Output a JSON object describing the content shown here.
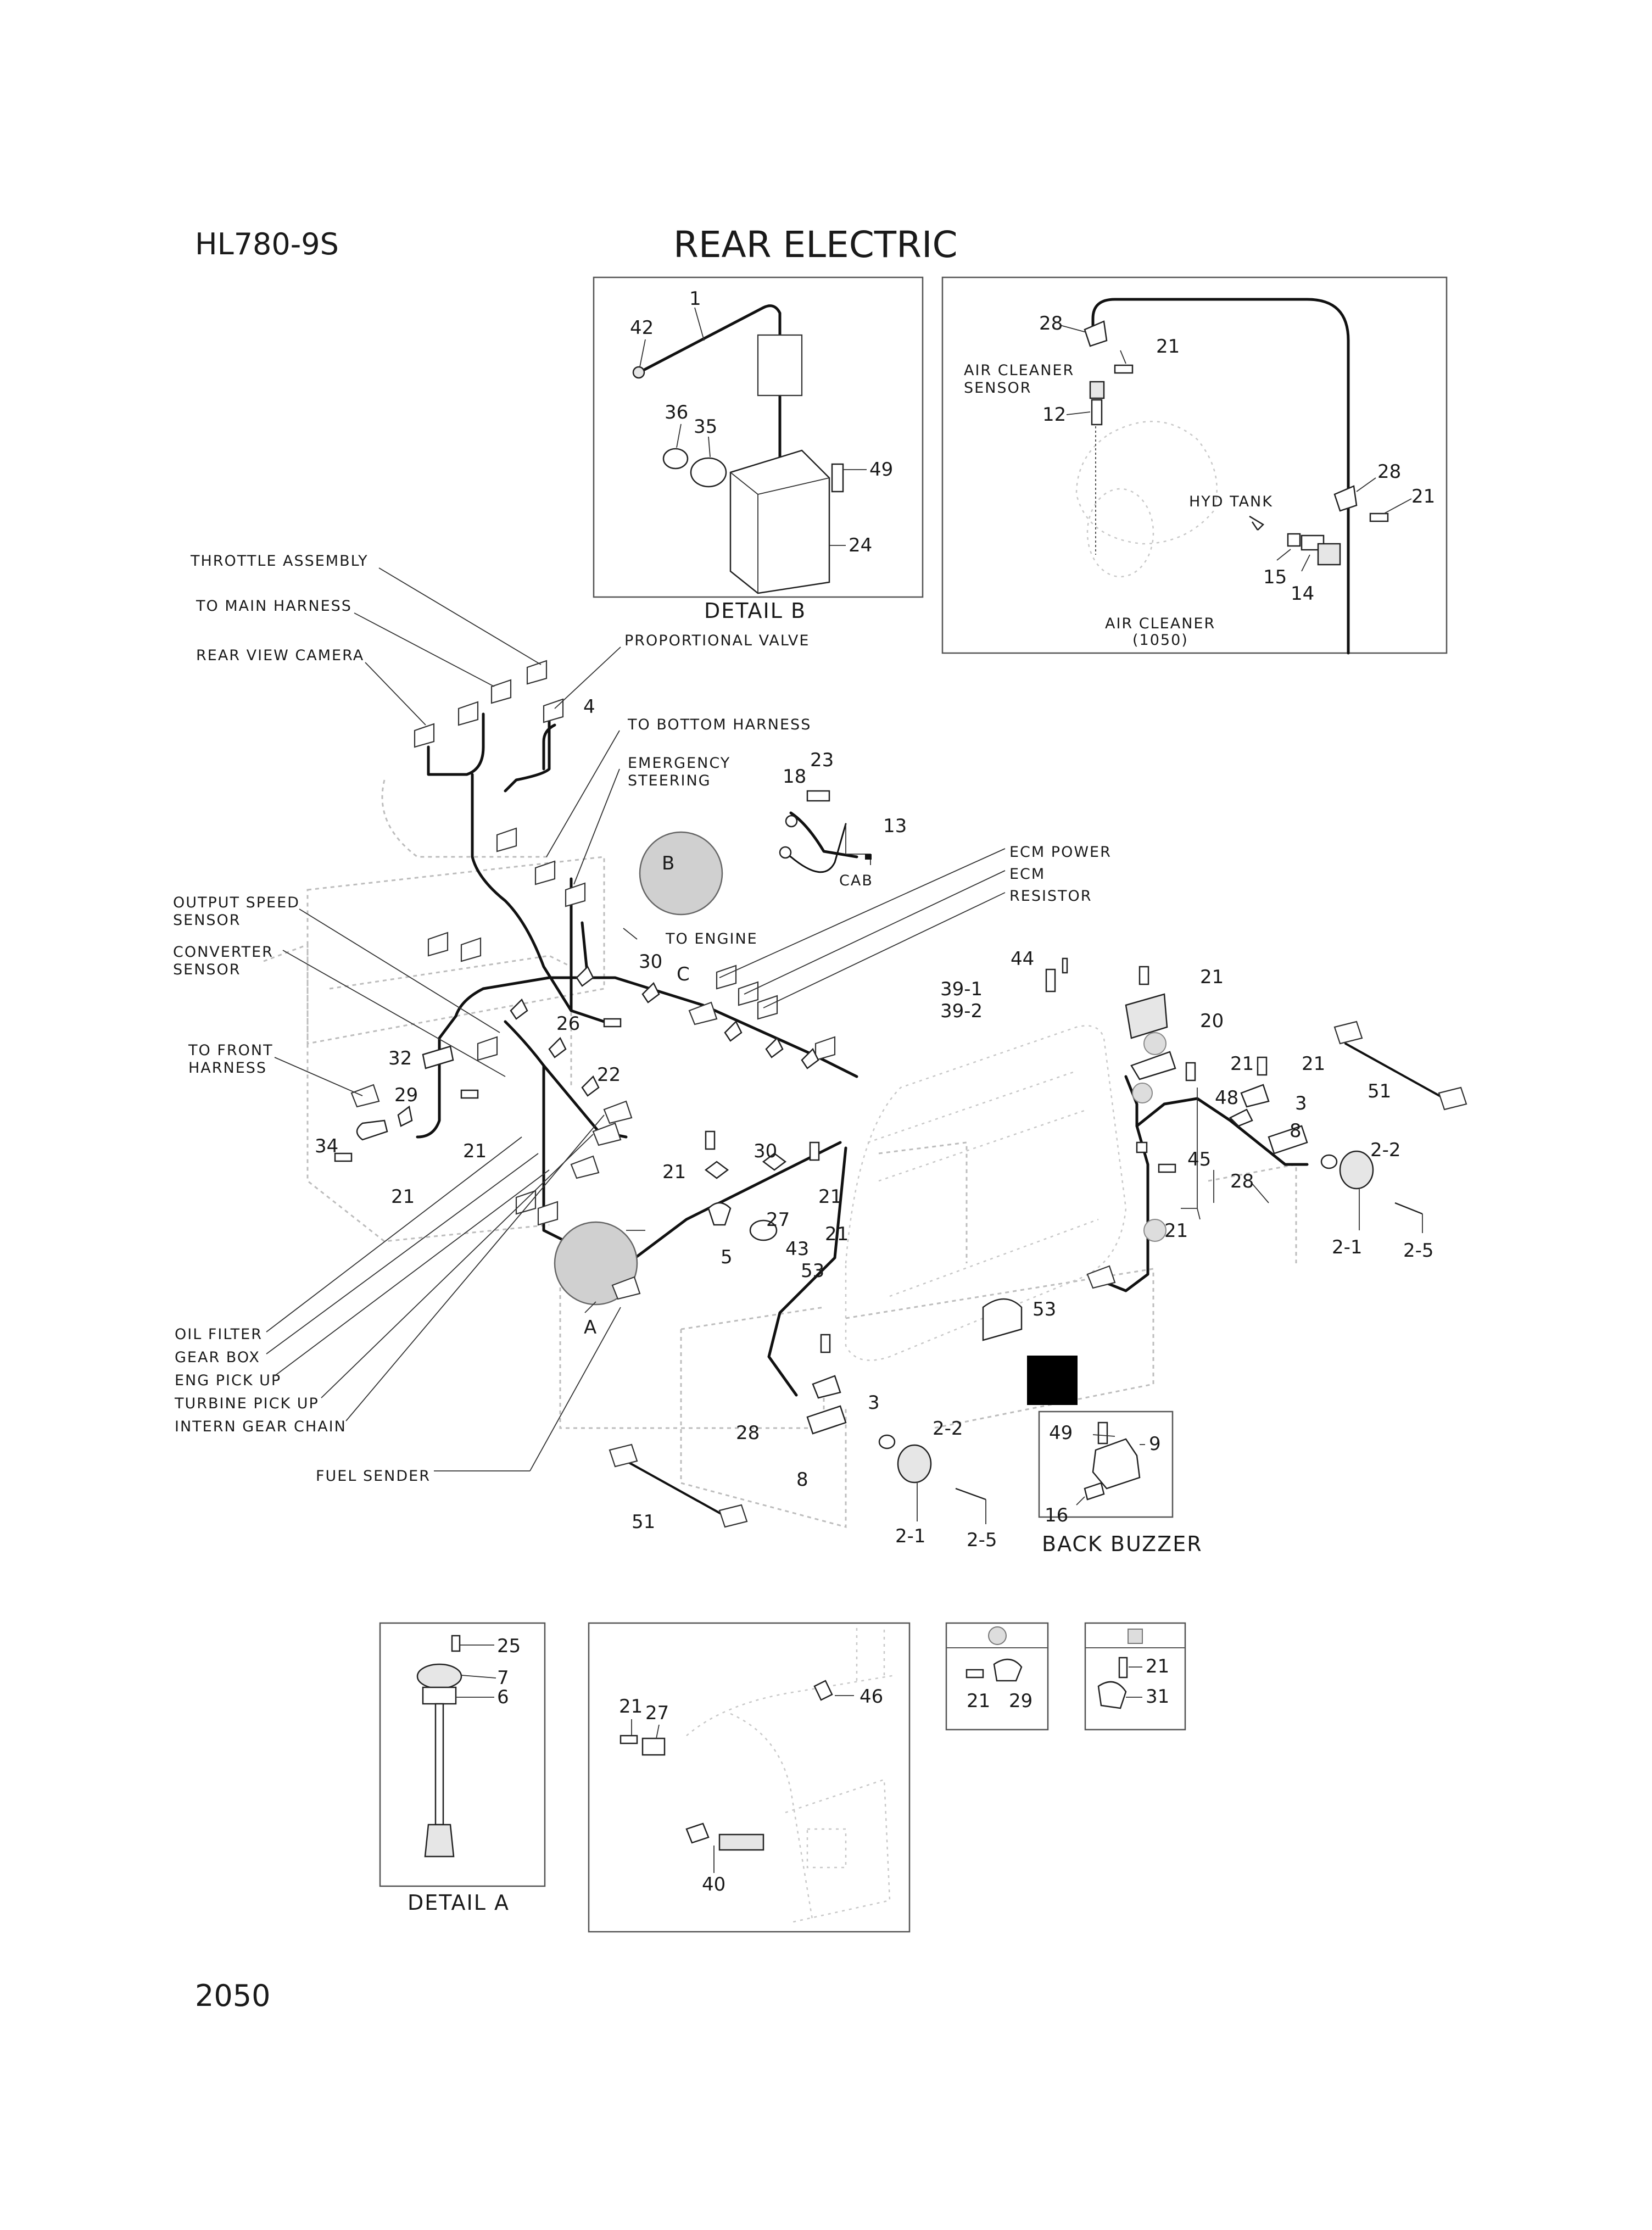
{
  "header": {
    "model": "HL780-9S",
    "title": "REAR ELECTRIC",
    "page": "2050"
  },
  "detail_b": {
    "caption": "DETAIL B",
    "refs": {
      "r1": "1",
      "r42": "42",
      "r36": "36",
      "r35": "35",
      "r49": "49",
      "r24": "24"
    }
  },
  "air_cleaner": {
    "sensor_label_1": "AIR CLEANER",
    "sensor_label_2": "SENSOR",
    "hyd_tank": "HYD TANK",
    "caption": "AIR CLEANER",
    "caption_sub": "(1050)",
    "refs": {
      "r28a": "28",
      "r21a": "21",
      "r12": "12",
      "r28b": "28",
      "r21b": "21",
      "r15": "15",
      "r14": "14"
    }
  },
  "callouts": {
    "throttle_assembly": "THROTTLE ASSEMBLY",
    "to_main_harness": "TO MAIN HARNESS",
    "rear_view_camera": "REAR VIEW CAMERA",
    "proportional_valve": "PROPORTIONAL VALVE",
    "to_bottom_harness": "TO BOTTOM HARNESS",
    "emergency_1": "EMERGENCY",
    "emergency_2": "STEERING",
    "output_speed_1": "OUTPUT SPEED",
    "output_speed_2": "SENSOR",
    "converter_1": "CONVERTER",
    "converter_2": "SENSOR",
    "to_front_1": "TO FRONT",
    "to_front_2": "HARNESS",
    "to_engine": "TO ENGINE",
    "ecm_power": "ECM POWER",
    "ecm": "ECM",
    "resistor": "RESISTOR",
    "cab": "CAB",
    "oil_filter": "OIL FILTER",
    "gear_box": "GEAR BOX",
    "eng_pick_up": "ENG PICK UP",
    "turbine_pick_up": "TURBINE PICK UP",
    "intern_gear_chain": "INTERN GEAR CHAIN",
    "fuel_sender": "FUEL SENDER",
    "marker_a": "A",
    "marker_b": "B",
    "marker_c": "C"
  },
  "main_refs": {
    "r4": "4",
    "r18": "18",
    "r23": "23",
    "r13": "13",
    "r30a": "30",
    "r26": "26",
    "r22": "22",
    "r32": "32",
    "r29": "29",
    "r34": "34",
    "r21_left1": "21",
    "r21_left2": "21",
    "r21_mid1": "21",
    "r30b": "30",
    "r21_mid2": "21",
    "r27": "27",
    "r5": "5",
    "r43": "43",
    "r21_mid3": "21",
    "r53a": "53",
    "r53b": "53",
    "r28_low": "28",
    "r3_low": "3",
    "r2_2_low": "2-2",
    "r8_low": "8",
    "r2_1_low": "2-1",
    "r2_5_low": "2-5",
    "r51_low": "51",
    "r44": "44",
    "r39_1": "39-1",
    "r39_2": "39-2",
    "r21_top": "21",
    "r20": "20",
    "r21_r1": "21",
    "r21_r2": "21",
    "r48": "48",
    "r3_r": "3",
    "r8_r": "8",
    "r45": "45",
    "r28_r": "28",
    "r2_2_r": "2-2",
    "r21_r3": "21",
    "r2_1_r": "2-1",
    "r2_5_r": "2-5",
    "r51_r": "51"
  },
  "back_buzzer": {
    "caption": "BACK BUZZER",
    "refs": {
      "r49": "49",
      "r9": "9",
      "r16": "16"
    }
  },
  "detail_a": {
    "caption": "DETAIL A",
    "refs": {
      "r25": "25",
      "r7": "7",
      "r6": "6"
    }
  },
  "engine_detail": {
    "refs": {
      "r21": "21",
      "r27": "27",
      "r46": "46",
      "r40": "40"
    }
  },
  "legend_circle": {
    "refs": {
      "r21": "21",
      "r29": "29"
    }
  },
  "legend_square": {
    "refs": {
      "r21": "21",
      "r31": "31"
    }
  }
}
